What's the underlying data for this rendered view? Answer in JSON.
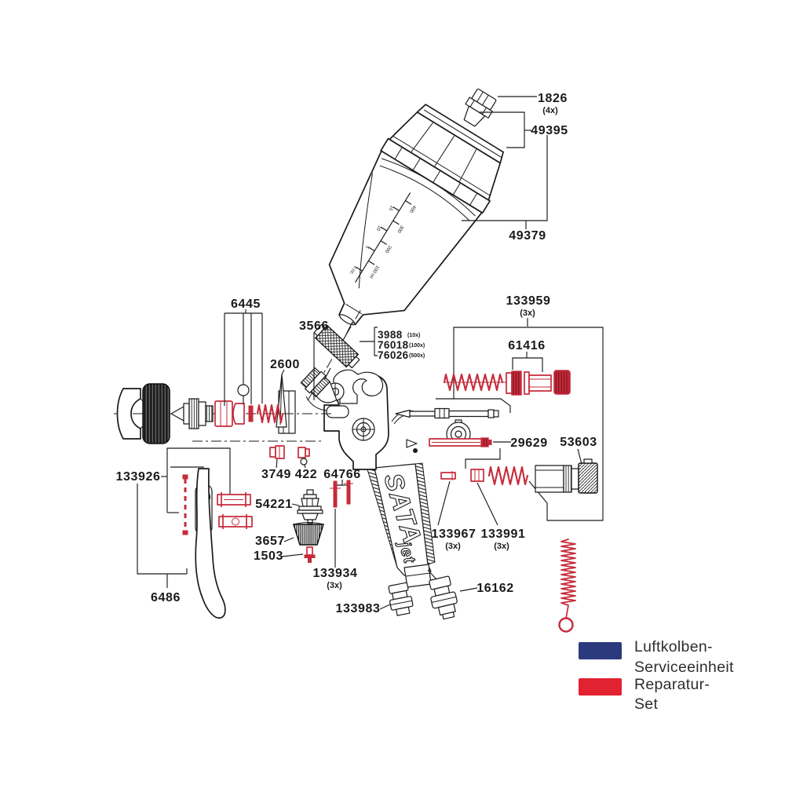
{
  "diagram_type": "exploded-parts-diagram",
  "product": "SATA paint spray gun with gravity-feed cup",
  "brand_logo": {
    "word1": "SATA",
    "word2": "jet"
  },
  "parts": {
    "p1826": {
      "num": "1826",
      "qty": "(4x)"
    },
    "p49395": {
      "num": "49395"
    },
    "p49379": {
      "num": "49379"
    },
    "p6445": {
      "num": "6445"
    },
    "p3566": {
      "num": "3566"
    },
    "p2600": {
      "num": "2600"
    },
    "p3988": {
      "num": "3988",
      "qty": "(10x)"
    },
    "p76018": {
      "num": "76018",
      "qty": "(100x)"
    },
    "p76026": {
      "num": "76026",
      "qty": "(500x)"
    },
    "p133959": {
      "num": "133959",
      "qty": "(3x)"
    },
    "p61416": {
      "num": "61416"
    },
    "p29629": {
      "num": "29629"
    },
    "p53603": {
      "num": "53603"
    },
    "p3749": {
      "num": "3749"
    },
    "p422": {
      "num": "422"
    },
    "p64766": {
      "num": "64766"
    },
    "p133926": {
      "num": "133926"
    },
    "p54221": {
      "num": "54221"
    },
    "p3657": {
      "num": "3657"
    },
    "p1503": {
      "num": "1503"
    },
    "p133934": {
      "num": "133934",
      "qty": "(3x)"
    },
    "p133967": {
      "num": "133967",
      "qty": "(3x)"
    },
    "p133991": {
      "num": "133991",
      "qty": "(3x)"
    },
    "p16162": {
      "num": "16162"
    },
    "p133983": {
      "num": "133983"
    },
    "p6486": {
      "num": "6486"
    }
  },
  "cup_scale": {
    "right_labels": [
      "400",
      "300",
      "200",
      "100 ml"
    ],
    "left_labels": [
      "15",
      "10",
      "5",
      "fl.oz."
    ]
  },
  "legend": {
    "items": [
      {
        "name": "luftkolben-serviceeinheit",
        "color": "#2b3a7c",
        "line1": "Luftkolben-",
        "line2": "Serviceeinheit"
      },
      {
        "name": "reparatur-set",
        "color": "#e32231",
        "line1": "Reparatur-",
        "line2": "Set"
      }
    ]
  },
  "colors": {
    "background": "#ffffff",
    "outline_black": "#1a1a1a",
    "part_red": "#c62b3a",
    "legend_blue": "#2b3a7c",
    "legend_red": "#e32231"
  }
}
